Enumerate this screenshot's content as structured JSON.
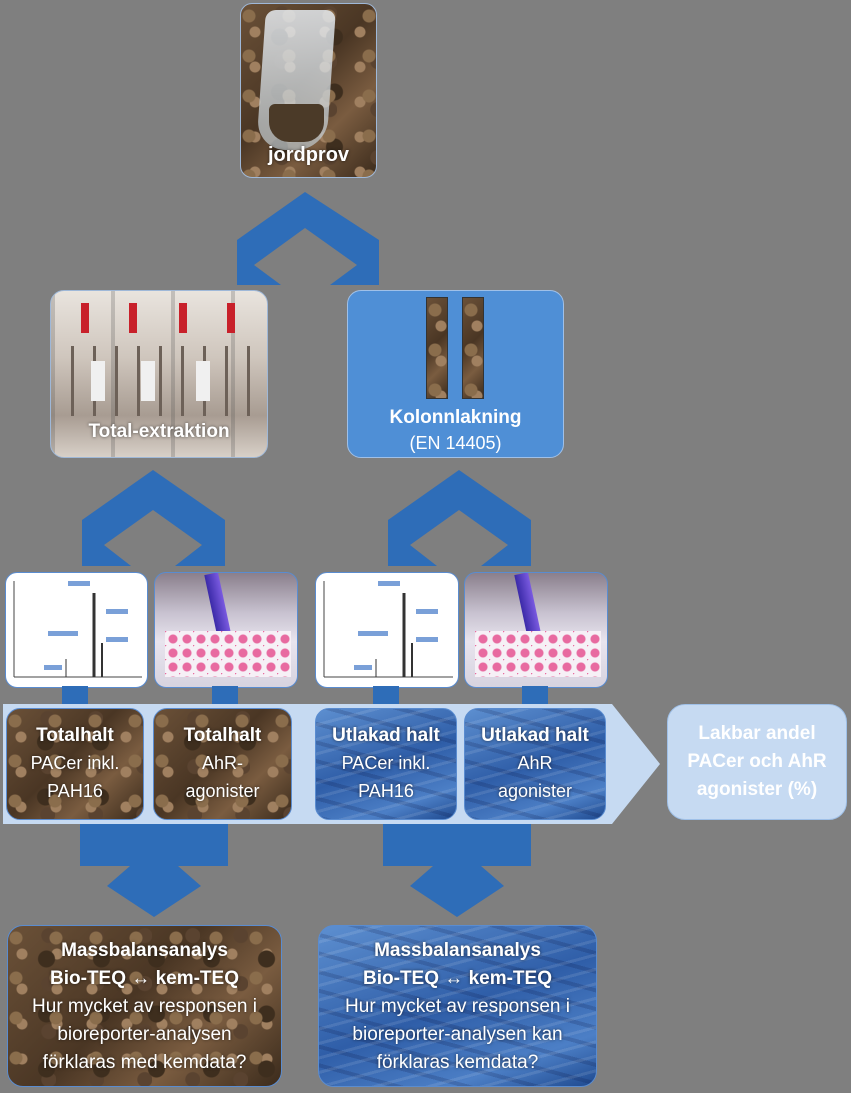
{
  "top": {
    "label": "jordprov"
  },
  "total_extraction": {
    "label": "Total-extraktion"
  },
  "column_leaching": {
    "label": "Kolonnlakning",
    "sub": "(EN 14405)"
  },
  "results": [
    {
      "title": "Totalhalt",
      "line1": "PACer inkl.",
      "line2": "PAH16"
    },
    {
      "title": "Totalhalt",
      "line1": "AhR-",
      "line2": "agonister"
    },
    {
      "title": "Utlakad halt",
      "line1": "PACer inkl.",
      "line2": "PAH16"
    },
    {
      "title": "Utlakad halt",
      "line1": "AhR",
      "line2": "agonister"
    }
  ],
  "leachable": {
    "line1": "Lakbar andel",
    "line2": "PACer och AhR",
    "line3": "agonister (%)"
  },
  "mass_balance_left": {
    "title": "Massbalansanalys",
    "subtitle": "Bio-TEQ ↔ kem-TEQ",
    "line1": "Hur mycket av responsen i",
    "line2": "bioreporter-analysen",
    "line3": "förklaras med kemdata?"
  },
  "mass_balance_right": {
    "title": "Massbalansanalys",
    "subtitle": "Bio-TEQ ↔ kem-TEQ",
    "line1": "Hur mycket av responsen i",
    "line2": "bioreporter-analysen kan",
    "line3": "förklaras kemdata?"
  },
  "colors": {
    "arrow": "#2e6db8",
    "box_blue": "#4f8fd6",
    "light_blue": "#c6daf2",
    "background": "#7f7f7f"
  }
}
